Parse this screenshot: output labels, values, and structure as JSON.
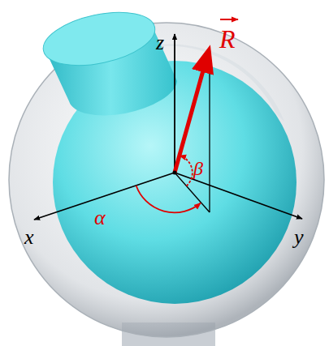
{
  "diagram": {
    "labels": [
      "z",
      "R",
      "β",
      "x",
      "α",
      "y"
    ]
  }
}
